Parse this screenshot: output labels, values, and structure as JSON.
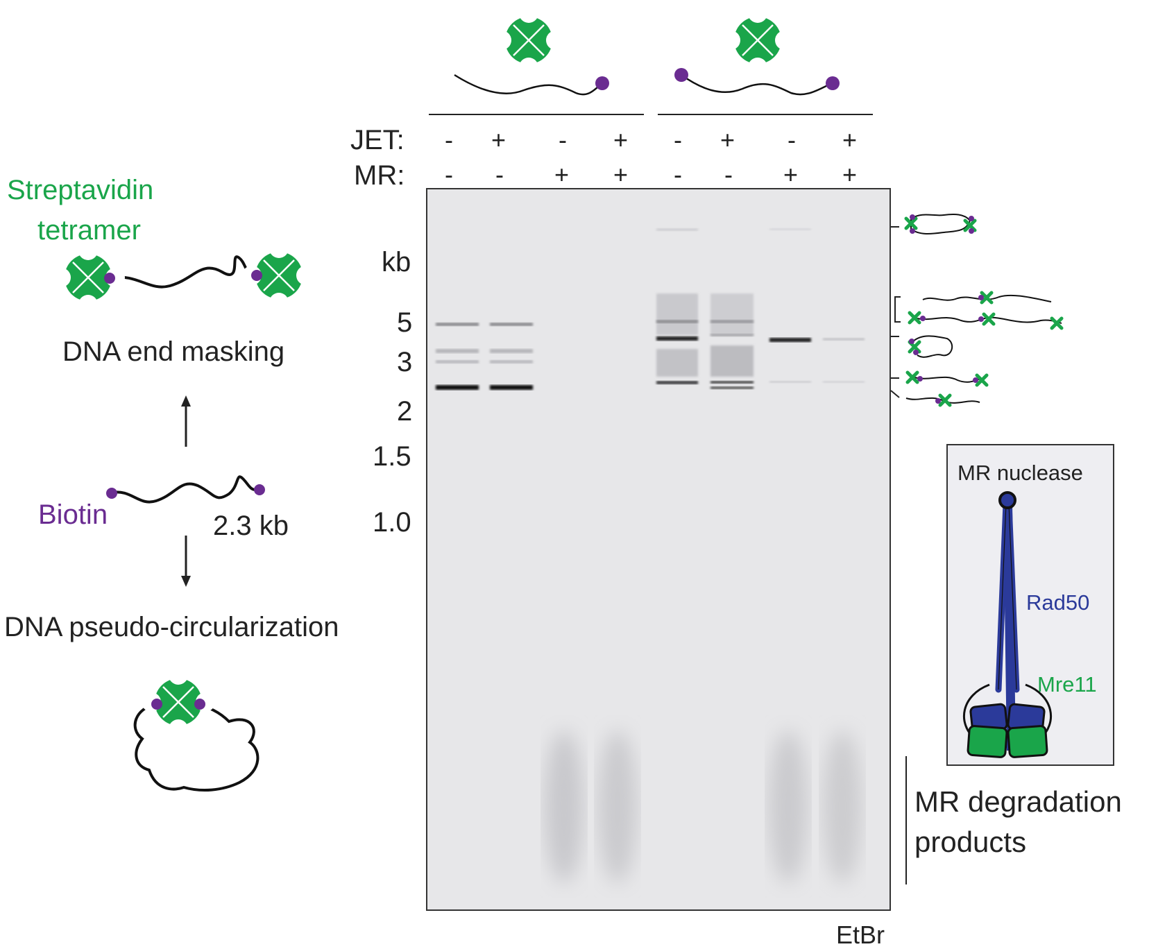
{
  "left_panel": {
    "streptavidin_label_line1": "Streptavidin",
    "streptavidin_label_line2": "tetramer",
    "end_masking_label": "DNA end masking",
    "biotin_label": "Biotin",
    "length_label": "2.3 kb",
    "circularization_label": "DNA pseudo-circularization"
  },
  "lane_conditions": {
    "jet_label": "JET:",
    "mr_label": "MR:",
    "jet": [
      "-",
      "+",
      "-",
      "+",
      "-",
      "+",
      "-",
      "+"
    ],
    "mr": [
      "-",
      "-",
      "+",
      "+",
      "-",
      "-",
      "+",
      "+"
    ]
  },
  "marker": {
    "unit": "kb",
    "ticks": [
      "5",
      "3",
      "2",
      "1.5",
      "1.0"
    ]
  },
  "right_panel": {
    "degradation_label_line1": "MR degradation",
    "degradation_label_line2": "products",
    "stain_label": "EtBr"
  },
  "inset": {
    "title": "MR nuclease",
    "rad50_label": "Rad50",
    "mre11_label": "Mre11"
  },
  "colors": {
    "streptavidin": "#1aa54a",
    "biotin": "#6a2c91",
    "rad50": "#2b3a9a",
    "mre11": "#1aa54a",
    "gel_background": "#e7e7e9"
  }
}
